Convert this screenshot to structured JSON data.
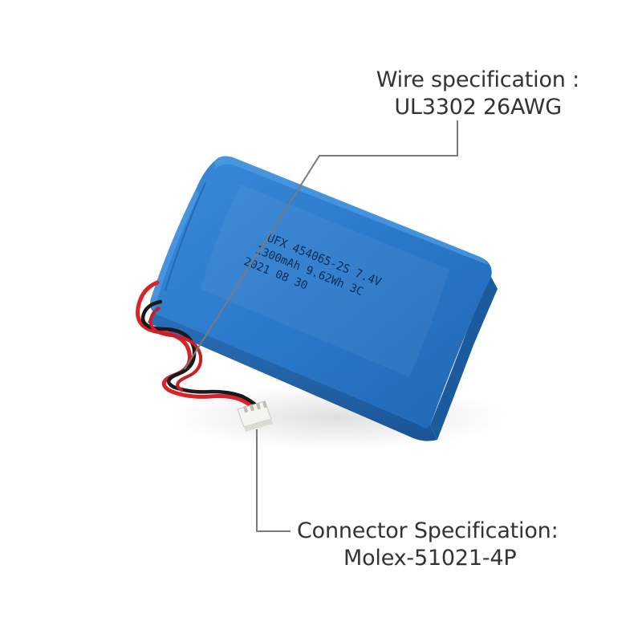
{
  "wire_spec": {
    "heading": "Wire specification :",
    "value": "UL3302 26AWG"
  },
  "connector_spec": {
    "heading": "Connector Specification:",
    "value": "Molex-51021-4P"
  },
  "battery_label": {
    "line1": "UFX 454065-2S 7.4V",
    "line2": "1300mAh 9.62Wh 3C",
    "line3": "2021 08 30"
  },
  "colors": {
    "battery_blue": "#2a78c8",
    "wire_red": "#d8232a",
    "wire_black": "#1a1a1a",
    "connector_white": "#f4f4f0",
    "leader_line": "#7a7a7a",
    "text": "#333333"
  }
}
